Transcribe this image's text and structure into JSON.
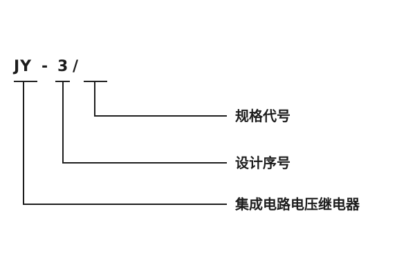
{
  "model": {
    "series": "JY",
    "separator": "-",
    "design_number": "3",
    "slash": "/"
  },
  "callouts": [
    {
      "label": "规格代号"
    },
    {
      "label": "设计序号"
    },
    {
      "label": "集成电路电压继电器"
    }
  ],
  "colors": {
    "line": "#1c1c1c",
    "background": "#ffffff"
  }
}
